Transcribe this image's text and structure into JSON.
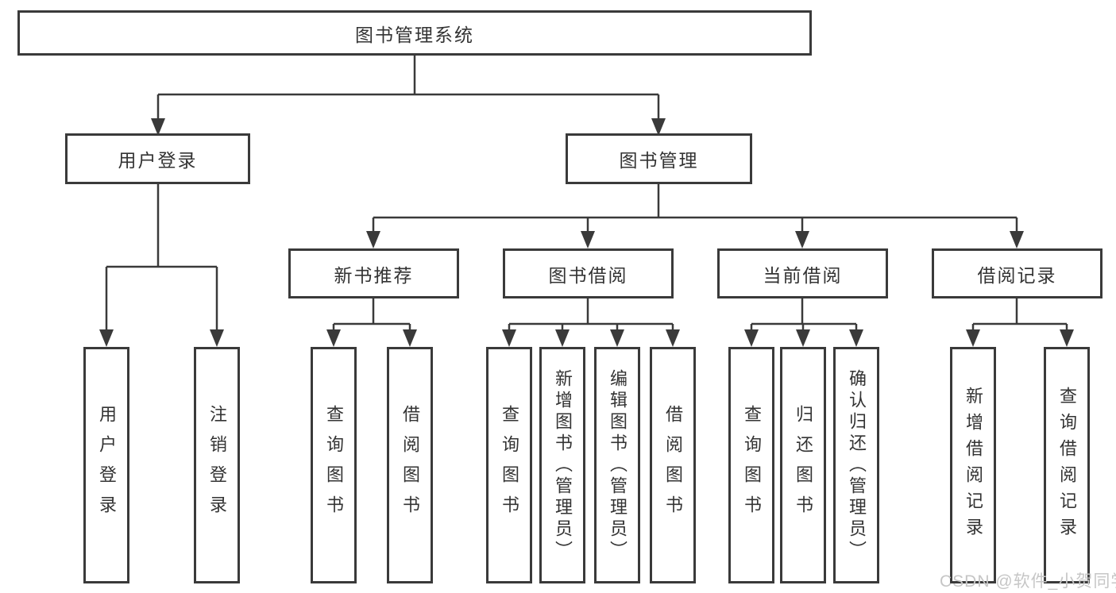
{
  "tree": {
    "root": {
      "label": "图书管理系统"
    },
    "branches": [
      {
        "label": "用户登录",
        "children": [
          {
            "label": "用户登录"
          },
          {
            "label": "注销登录"
          }
        ]
      },
      {
        "label": "图书管理",
        "children": [
          {
            "label": "新书推荐",
            "children": [
              {
                "label": "查询图书"
              },
              {
                "label": "借阅图书"
              }
            ]
          },
          {
            "label": "图书借阅",
            "children": [
              {
                "label": "查询图书"
              },
              {
                "label": "新增图书（管理员）"
              },
              {
                "label": "编辑图书（管理员）"
              },
              {
                "label": "借阅图书"
              }
            ]
          },
          {
            "label": "当前借阅",
            "children": [
              {
                "label": "查询图书"
              },
              {
                "label": "归还图书"
              },
              {
                "label": "确认归还（管理员）"
              }
            ]
          },
          {
            "label": "借阅记录",
            "children": [
              {
                "label": "新增借阅记录"
              },
              {
                "label": "查询借阅记录"
              }
            ]
          }
        ]
      }
    ]
  },
  "watermark": "CSDN @软件_小贺同学",
  "colors": {
    "line": "#3a3a3a",
    "border": "#3a3a3a",
    "text": "#333333",
    "background": "#ffffff",
    "watermark": "#c6c6c6"
  }
}
